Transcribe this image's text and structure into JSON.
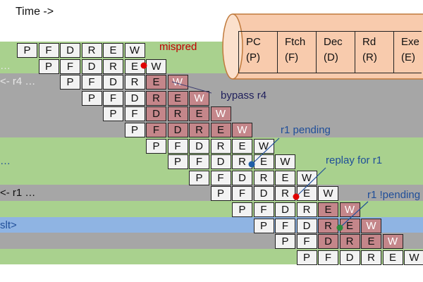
{
  "time_label": "Time ->",
  "legend": [
    {
      "name": "PC",
      "abbr": "(P)"
    },
    {
      "name": "Ftch",
      "abbr": "(F)"
    },
    {
      "name": "Dec",
      "abbr": "(D)"
    },
    {
      "name": "Rd",
      "abbr": "(R)"
    },
    {
      "name": "Exe",
      "abbr": "(E)"
    }
  ],
  "row_labels": [
    {
      "text": "… ",
      "row": 1
    },
    {
      "text": "<- r4 …",
      "row": 2
    },
    {
      "text": "…",
      "row": 7
    },
    {
      "text": "<- r1 …",
      "row": 9
    },
    {
      "text": "slt>",
      "row": 11
    }
  ],
  "annotations": {
    "mispred": "mispred",
    "bypass": "bypass r4",
    "r1_pending": "r1 pending",
    "replay": "replay for r1",
    "r1_not_pending": "r1 !pending"
  },
  "colors": {
    "green_band": "#a9d18e",
    "gray_band": "#a6a6a6",
    "blue_band": "#8fb4e3",
    "cell_fill": "#f2f2f2",
    "squash_fill": "#c4868a",
    "legend_fill": "#f8cbad",
    "mispred_text": "#c00000",
    "bypass_text": "#1f1f5c",
    "pending_text": "#1f4e99",
    "dot_red": "#e00000",
    "dot_blue": "#1f5fa8",
    "dot_green": "#2e8b3c"
  },
  "pipeline": [
    {
      "cells": [
        "P",
        "F",
        "D",
        "R",
        "E",
        "W"
      ],
      "squashed_from": null
    },
    {
      "cells": [
        "P",
        "F",
        "D",
        "R",
        "E",
        "W"
      ],
      "squashed_from": null
    },
    {
      "cells": [
        "P",
        "F",
        "D",
        "R",
        "E",
        "W"
      ],
      "squashed_from": 4
    },
    {
      "cells": [
        "P",
        "F",
        "D",
        "R",
        "E",
        "W"
      ],
      "squashed_from": 3
    },
    {
      "cells": [
        "P",
        "F",
        "D",
        "R",
        "E",
        "W"
      ],
      "squashed_from": 2
    },
    {
      "cells": [
        "P",
        "F",
        "D",
        "R",
        "E",
        "W"
      ],
      "squashed_from": 1
    },
    {
      "cells": [
        "P",
        "F",
        "D",
        "R",
        "E",
        "W"
      ],
      "squashed_from": null
    },
    {
      "cells": [
        "P",
        "F",
        "D",
        "R",
        "E",
        "W"
      ],
      "squashed_from": null
    },
    {
      "cells": [
        "P",
        "F",
        "D",
        "R",
        "E",
        "W"
      ],
      "squashed_from": null
    },
    {
      "cells": [
        "P",
        "F",
        "D",
        "R",
        "E",
        "W"
      ],
      "squashed_from": null
    },
    {
      "cells": [
        "P",
        "F",
        "D",
        "R",
        "E",
        "W"
      ],
      "squashed_from": 4
    },
    {
      "cells": [
        "P",
        "F",
        "D",
        "R",
        "E",
        "W"
      ],
      "squashed_from": 3
    },
    {
      "cells": [
        "P",
        "F",
        "D",
        "R",
        "E",
        "W"
      ],
      "squashed_from": 2
    },
    {
      "cells": [
        "P",
        "F",
        "D",
        "R",
        "E",
        "W"
      ],
      "squashed_from": null
    }
  ]
}
